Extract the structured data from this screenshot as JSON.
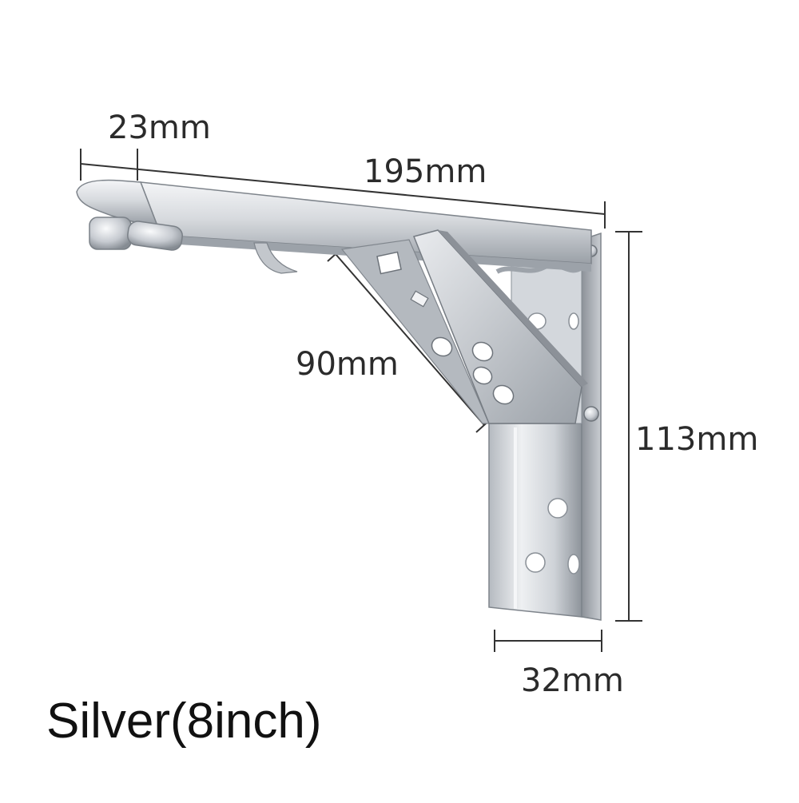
{
  "dimensions": {
    "top_offset": "23mm",
    "arm_length": "195mm",
    "brace_length": "90mm",
    "height": "113mm",
    "width": "32mm"
  },
  "caption": "Silver(8inch)",
  "colors": {
    "background": "#ffffff",
    "dimension_line": "#333333",
    "metal_light": "#e6e8eb",
    "metal_mid": "#b9bdc3",
    "metal_dark": "#7d8289",
    "text": "#111111"
  }
}
